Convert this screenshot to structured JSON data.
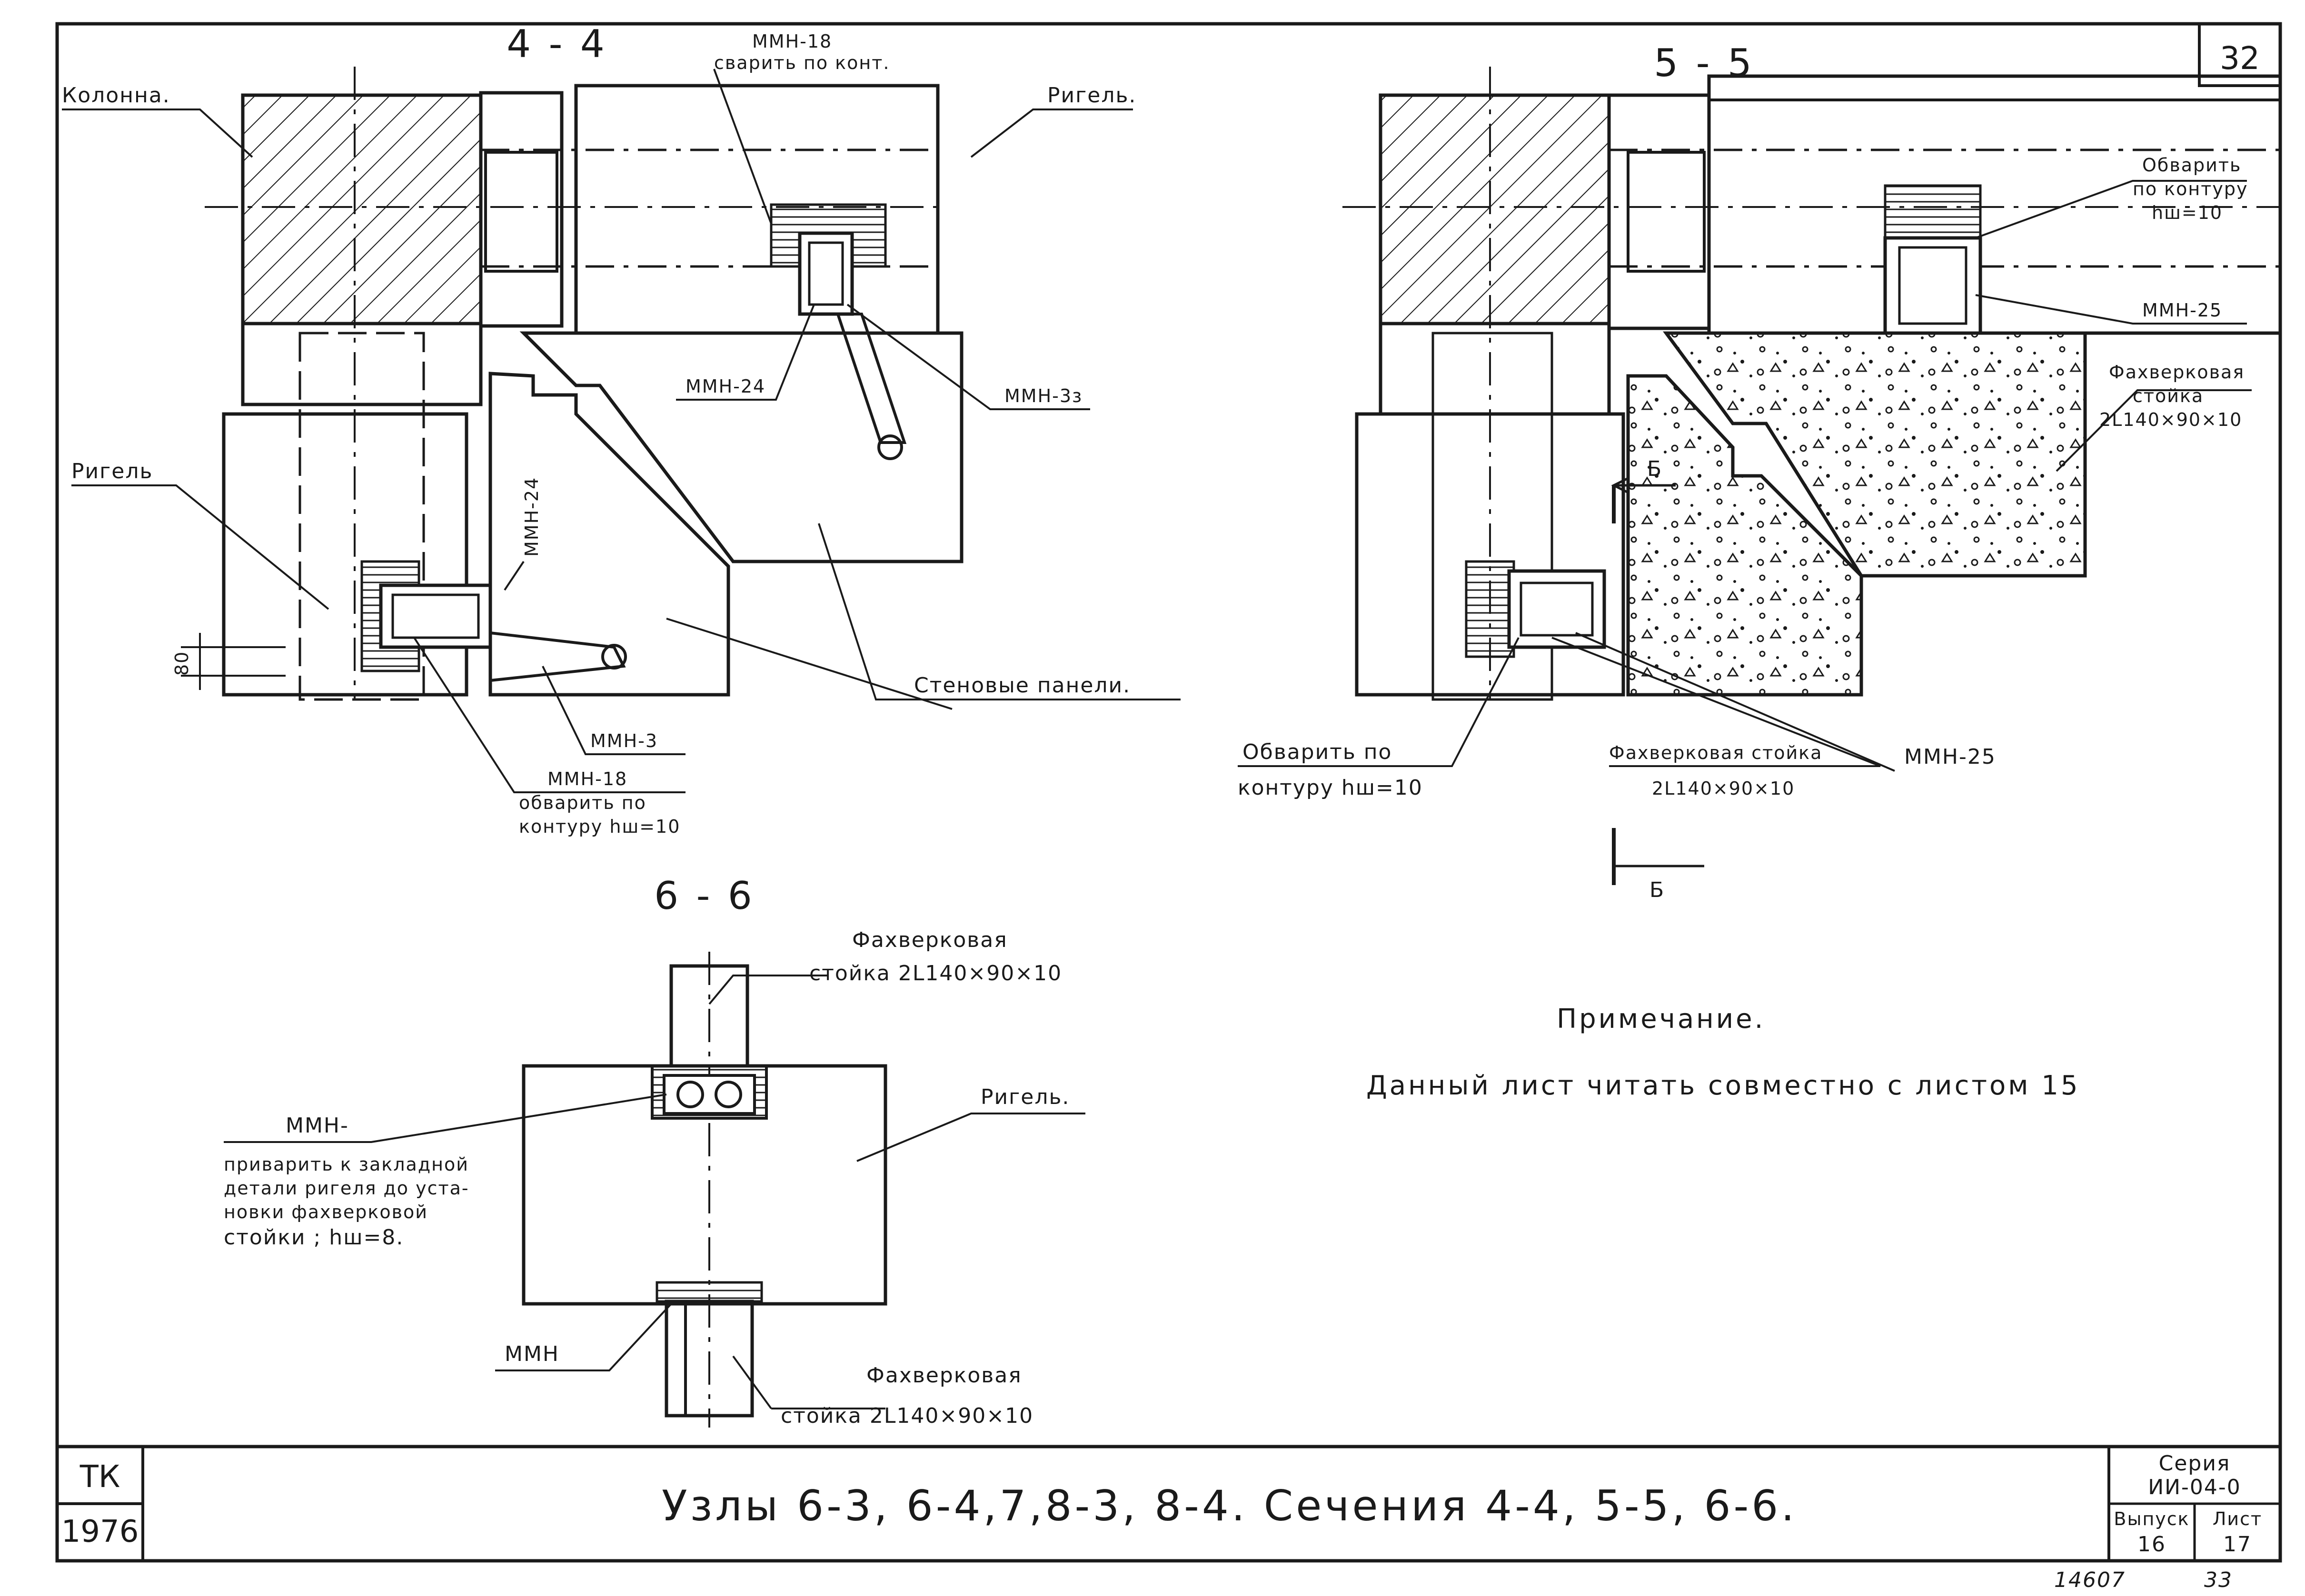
{
  "sheet": {
    "number": "32",
    "title": "Узлы 6-3, 6-4,7,8-3, 8-4. Сечения 4-4, 5-5, 6-6.",
    "stamp_org": "ТК",
    "stamp_year": "1976",
    "series_label": "Серия",
    "series_value": "ИИ-04-0",
    "issue_label": "Выпуск",
    "issue_value": "16",
    "sheet_label": "Лист",
    "sheet_value": "17",
    "bottom_code": "14607",
    "bottom_num": "33"
  },
  "section_44": {
    "title": "4 - 4",
    "labels": {
      "kolonna": "Колонна.",
      "rigel_top": "Ригель.",
      "rigel_left": "Ригель",
      "mmn18_top": "ММН-18",
      "weld_contour": "сварить по конт.",
      "mmn24": "ММН-24",
      "mmn3z": "ММН-3з",
      "mmn24_vert": "ММН-24",
      "panels": "Стеновые панели.",
      "mmn3": "ММН-3",
      "mmn18_bottom": "ММН-18",
      "weld1": "обварить по",
      "weld2": "контуру hш=10",
      "dim": "80"
    }
  },
  "section_55": {
    "title": "5 - 5",
    "labels": {
      "weld_a": "Обварить",
      "weld_b": "по контуру",
      "weld_c": "hш=10",
      "mmn25_r": "ММН-25",
      "fakh_a": "Фахверковая",
      "fakh_b": "стойка",
      "fakh_c": "2L140×90×10",
      "cut_b": "Б",
      "weld_left_a": "Обварить по",
      "weld_left_b": "контуру hш=10",
      "fakh_bottom_a": "Фахверковая стойка",
      "fakh_bottom_b": "2L140×90×10",
      "mmn25_b": "ММН-25",
      "cut_b2": "Б"
    }
  },
  "section_66": {
    "title": "6 - 6",
    "labels": {
      "fakh_top_a": "Фахверковая",
      "fakh_top_b": "стойка 2L140×90×10",
      "rigel": "Ригель.",
      "mmn_a": "ММН-",
      "mmn_b": "приварить к закладной",
      "mmn_c": "детали ригеля до уста-",
      "mmn_d": "новки фахверковой",
      "mmn_e": "стойки ; hш=8.",
      "mmn": "ММН",
      "fakh_bot_a": "Фахверковая",
      "fakh_bot_b": "стойка 2L140×90×10"
    }
  },
  "note": {
    "heading": "Примечание.",
    "text": "Данный лист читать совместно с листом 15"
  }
}
